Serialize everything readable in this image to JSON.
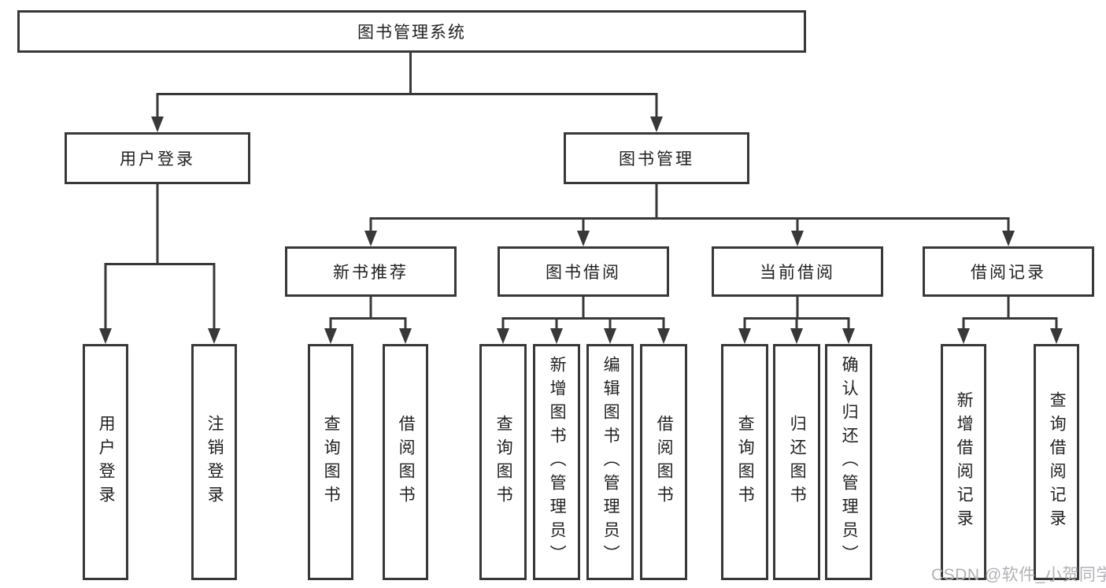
{
  "diagram": {
    "root": "图书管理系统",
    "level2": [
      "用户登录",
      "图书管理"
    ],
    "level3": [
      "新书推荐",
      "图书借阅",
      "当前借阅",
      "借阅记录"
    ],
    "leaves": {
      "user_login": [
        "用户登录",
        "注销登录"
      ],
      "new_book_recommend": [
        "查询图书",
        "借阅图书"
      ],
      "book_borrow": [
        "查询图书",
        "新增图书（管理员）",
        "编辑图书（管理员）",
        "借阅图书"
      ],
      "current_borrow": [
        "查询图书",
        "归还图书",
        "确认归还（管理员）"
      ],
      "borrow_records": [
        "新增借阅记录",
        "查询借阅记录"
      ]
    }
  },
  "watermark": "CSDN @软件_小贺同学",
  "colors": {
    "line": "#383838",
    "box_border": "#383838",
    "text": "#1f1f1f",
    "watermark_text": "#b1b1b8",
    "background": "#ffffff"
  }
}
